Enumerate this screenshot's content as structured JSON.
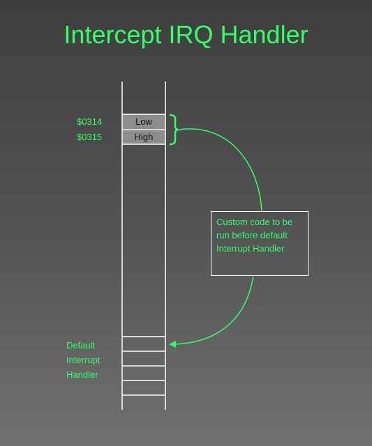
{
  "title": "Intercept IRQ Handler",
  "memory": {
    "addr_low": "$0314",
    "addr_high": "$0315",
    "cell_low": "Low",
    "cell_high": "High"
  },
  "custom_code": "Custom code to be run before default Interrupt Handler",
  "default_handler": "Default Interrupt Handler",
  "colors": {
    "accent": "#33ff66",
    "lines": "#ffffff",
    "cell_fill": "#8c8c8c",
    "background_top": "#3e3e3e",
    "background_bottom": "#707070"
  }
}
